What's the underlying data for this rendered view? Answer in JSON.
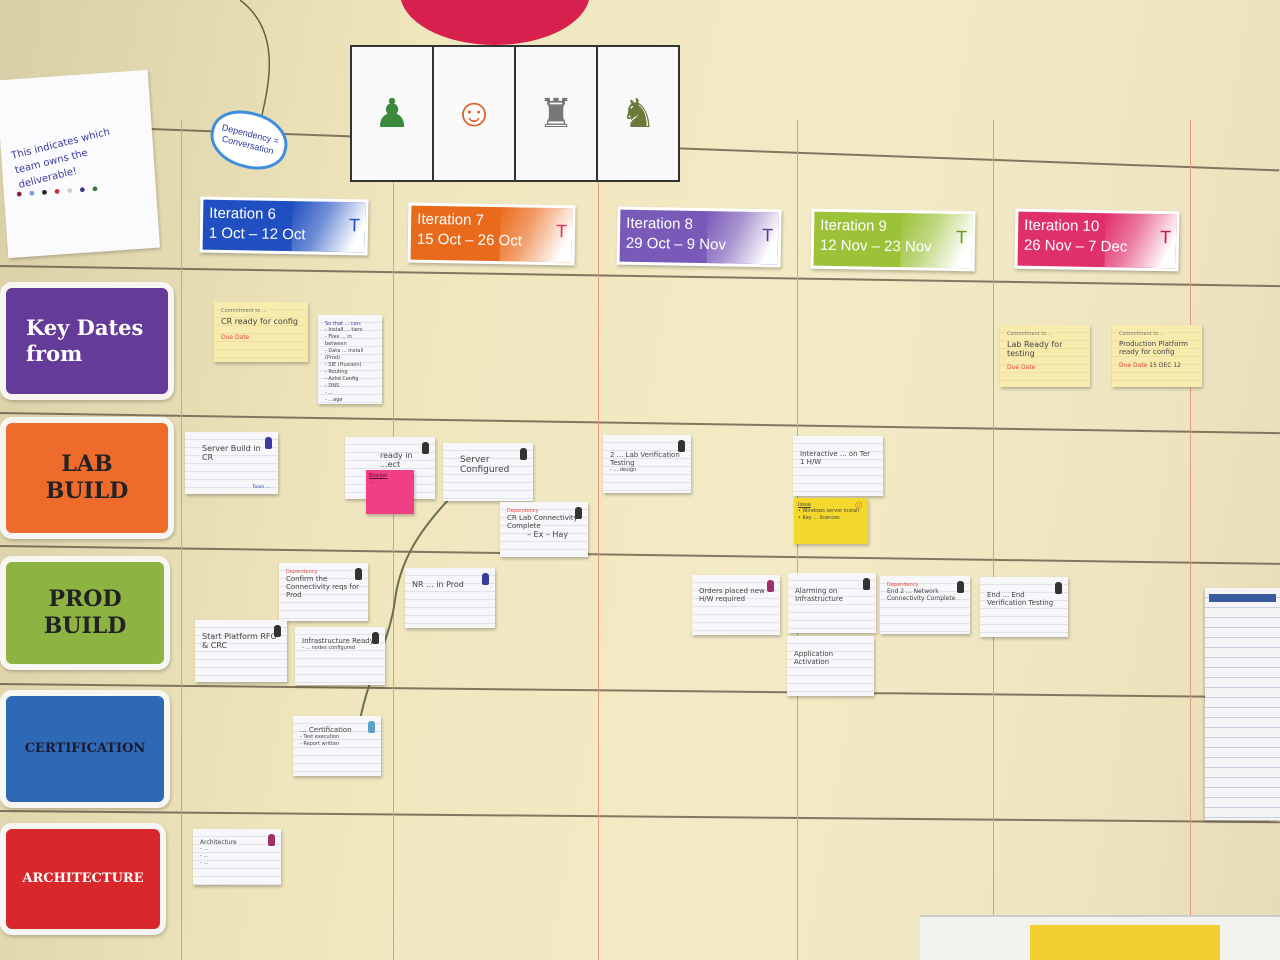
{
  "legend_poster": {
    "text": "This indicates which team owns the deliverable!"
  },
  "dependency_cloud": {
    "text": "Dependency = Conversation"
  },
  "iterations": [
    {
      "name": "Iteration 6",
      "dates": "1 Oct – 12 Oct",
      "color": "#1f4fc0"
    },
    {
      "name": "Iteration 7",
      "dates": "15 Oct – 26 Oct",
      "color": "#ea6a1c"
    },
    {
      "name": "Iteration 8",
      "dates": "29 Oct – 9 Nov",
      "color": "#7a5ab8"
    },
    {
      "name": "Iteration 9",
      "dates": "12 Nov – 23 Nov",
      "color": "#9cc23a"
    },
    {
      "name": "Iteration 10",
      "dates": "26 Nov – 7 Dec",
      "color": "#e0306a"
    }
  ],
  "rows": [
    {
      "label": "Key Dates from",
      "color": "#643b98"
    },
    {
      "label": "LAB BUILD",
      "color": "#ef6b2b"
    },
    {
      "label": "PROD BUILD",
      "color": "#8db443"
    },
    {
      "label": "CERTIFICATION",
      "color": "#2e69b6"
    },
    {
      "label": "ARCHITECTURE",
      "color": "#d8282c"
    }
  ],
  "cards": {
    "key1": {
      "header": "Commitment to ...",
      "title": "CR ready for config",
      "due": "Due Date"
    },
    "key2": {
      "title": "So that ... can:",
      "items": [
        "- Install ... tiers",
        "- Files ... in between",
        "- Data ... install (Prod)",
        "- SIE (Hussein)",
        "- Routing",
        "- Azhd Config",
        "- DNS",
        "- ...",
        "- ...age"
      ]
    },
    "key3": {
      "header": "Commitment to ...",
      "title": "Lab Ready for testing",
      "due": "Due Date"
    },
    "key4": {
      "header": "Commitment to ...",
      "title": "Production Platform ready for config",
      "due": "Due Date",
      "due_value": "15 DEC 12"
    },
    "lab1": {
      "title": "Server Build in CR"
    },
    "lab2": {
      "title": "ready in ...ect"
    },
    "lab2_note": {
      "title": "Blocker",
      "text": "..."
    },
    "lab3": {
      "title": "Server Configured"
    },
    "lab4": {
      "header": "Dependency",
      "title": "CR Lab Connectivity Complete",
      "sub": "– Ex – Hay"
    },
    "lab5": {
      "title": "2 ... Lab Verification Testing",
      "sub": "- ... design"
    },
    "lab6": {
      "title": "Interactive ... on Ter 1 H/W"
    },
    "lab6_note": {
      "title": "Issue",
      "items": [
        "• Windows server install",
        "• Key ... licences"
      ]
    },
    "prod1": {
      "header": "Dependency",
      "title": "Confirm the Connectivity reqs for Prod"
    },
    "prod2": {
      "title": "Start Platform RFO & CRC"
    },
    "prod3": {
      "title": "Infrastructure Ready",
      "sub": "- ... nodes configured"
    },
    "prod4": {
      "title": "NR ... in Prod"
    },
    "prod5": {
      "title": "Orders placed new H/W required"
    },
    "prod6": {
      "title": "Alarming on Infrastructure"
    },
    "prod7": {
      "title": "Application Activation"
    },
    "prod8": {
      "header": "Dependency",
      "title": "End 2 ... Network Connectivity Complete"
    },
    "prod9": {
      "title": "End ... End Verification Testing"
    },
    "cert1": {
      "title": "... Certification",
      "items": [
        "- Test execution",
        "- Report written"
      ]
    },
    "arch1": {
      "title": "Architecture",
      "items": [
        "- ...",
        "- ...",
        "- ..."
      ]
    }
  }
}
